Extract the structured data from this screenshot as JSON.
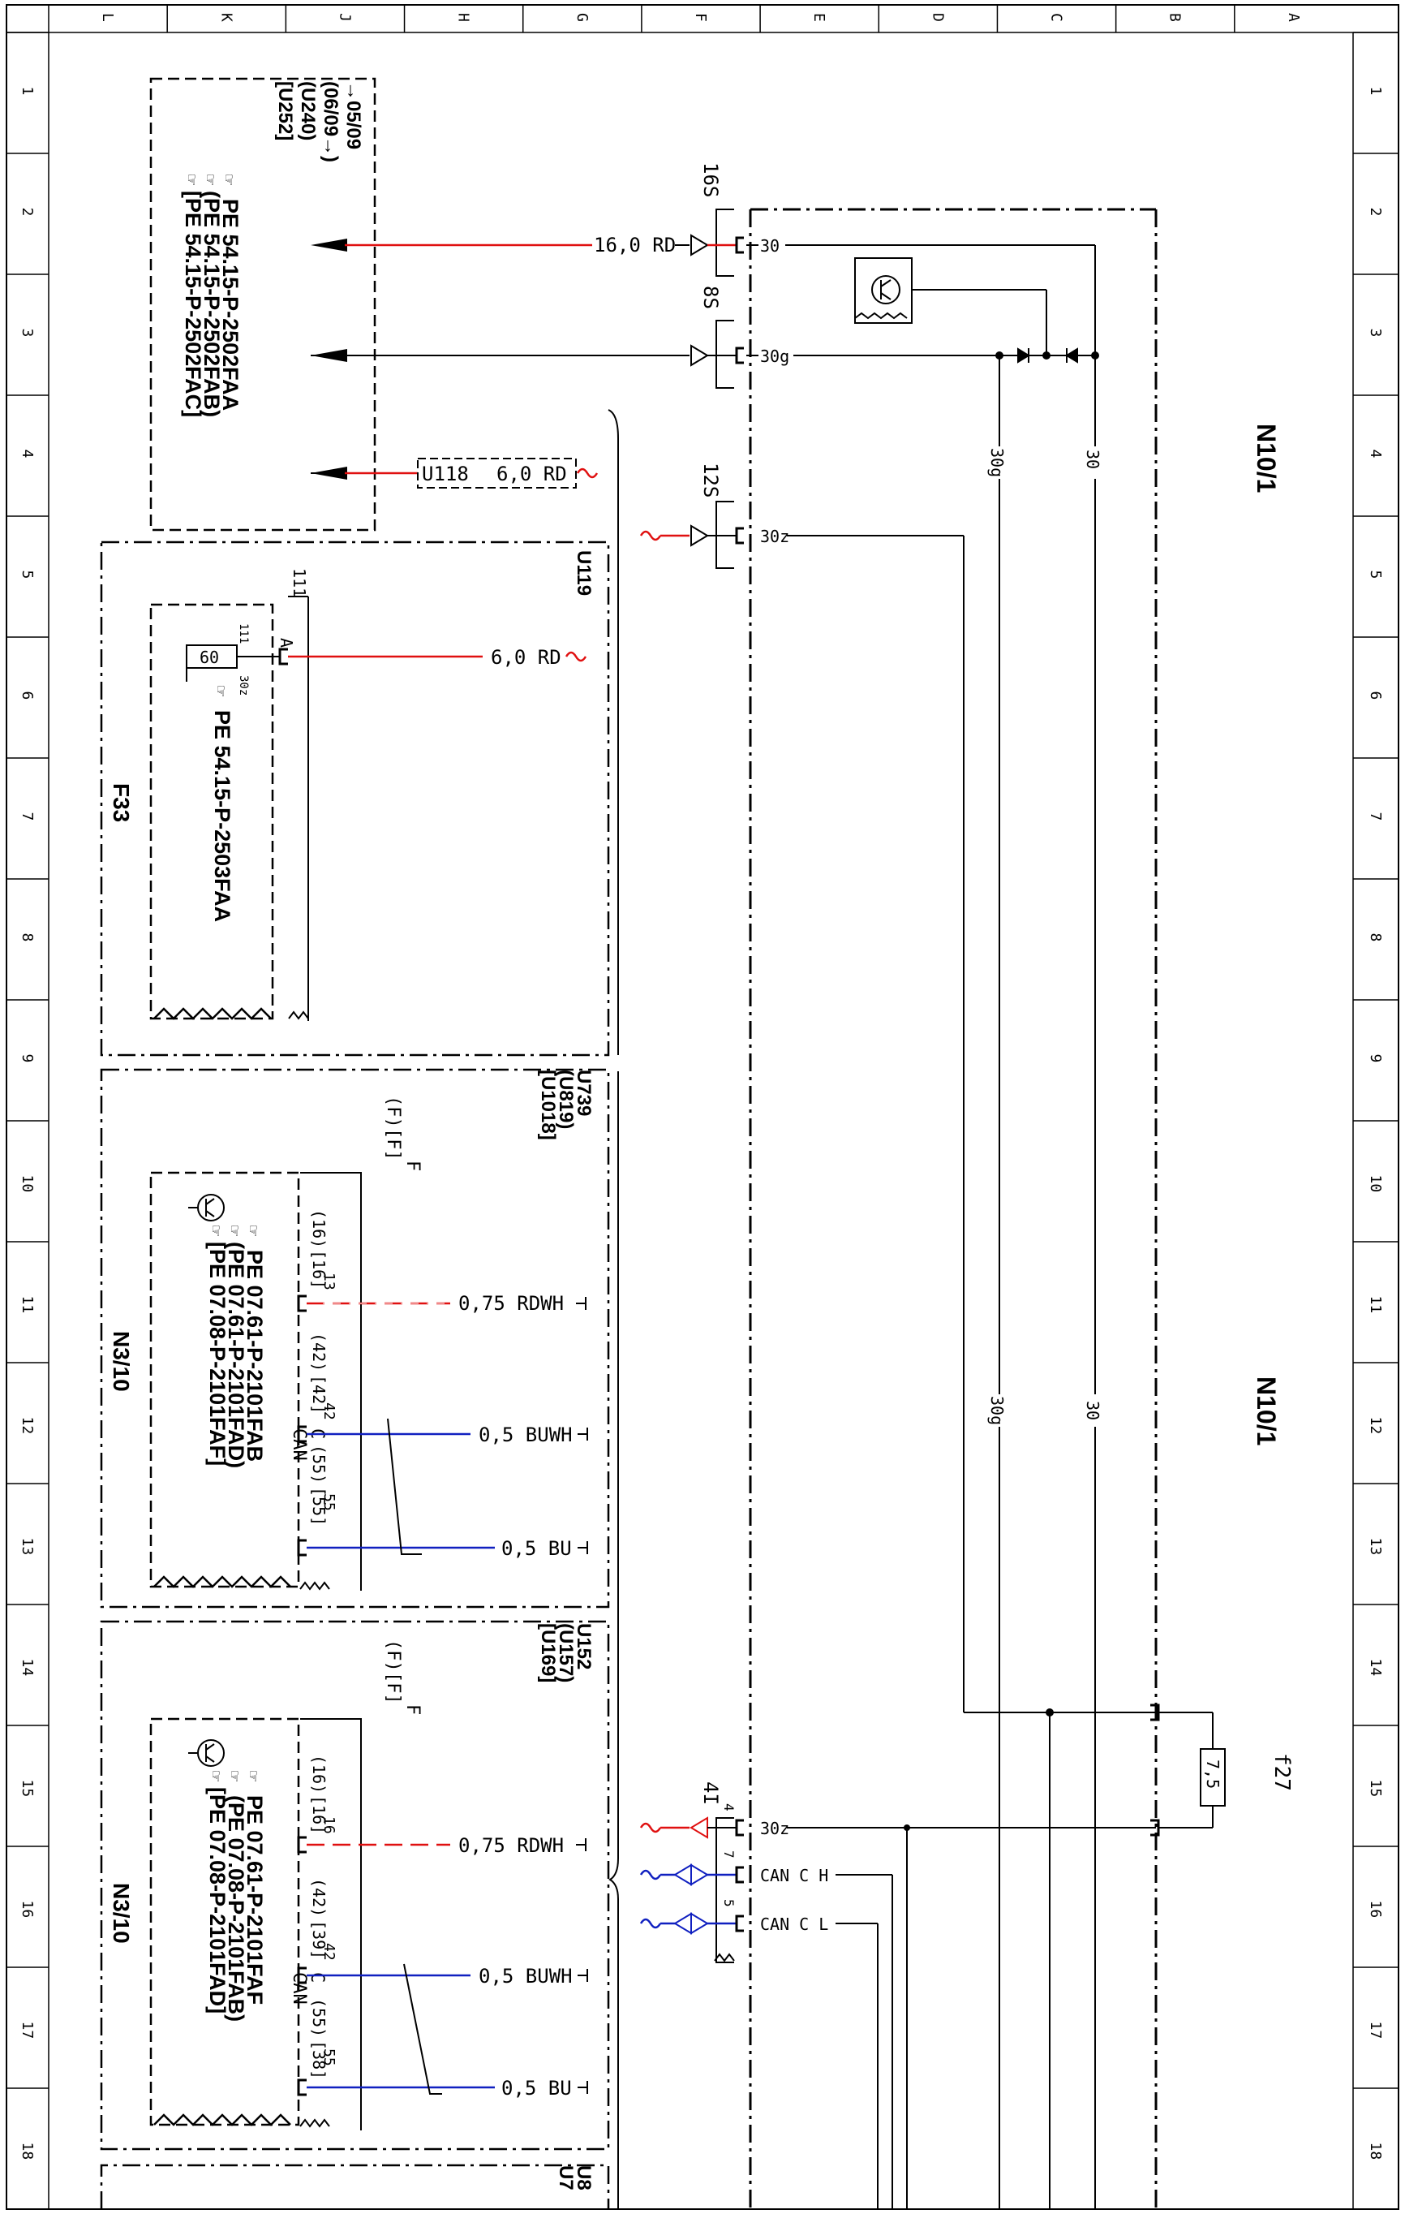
{
  "colors": {
    "red": "#e01010",
    "blue": "#1020c0",
    "black": "#000000"
  },
  "grid": {
    "columns": [
      "L",
      "K",
      "J",
      "H",
      "G",
      "F",
      "E",
      "D",
      "C",
      "B",
      "A"
    ],
    "rows": [
      "1",
      "2",
      "3",
      "4",
      "5",
      "6",
      "7",
      "8",
      "9",
      "10",
      "11",
      "12",
      "13",
      "14",
      "15",
      "16",
      "17",
      "18"
    ]
  },
  "components": {
    "n10_top": "N10/1",
    "n10_mid": "N10/1",
    "f33": "F33",
    "n3_10_a": "N3/10",
    "n3_10_b": "N3/10",
    "f27": "f27",
    "f27_value": "7,5",
    "f33_fuse_value": "60"
  },
  "notes": {
    "top": {
      "line1": "→05/09",
      "line2": "(06/09→)",
      "line3": "(U240)",
      "line4": "[U252]",
      "ref1": "PE 54.15-P-2502FAA",
      "ref2": "(PE 54.15-P-2502FAB)",
      "ref3": "[PE 54.15-P-2502FAC]"
    },
    "f33_ref": "PE 54.15-P-2503FAA",
    "n3a": {
      "ref1": "PE 07.61-P-2101FAB",
      "ref2": "(PE 07.61-P-2101FAD)",
      "ref3": "[PE 07.08-P-2101FAF]"
    },
    "n3b": {
      "ref1": "PE 07.61-P-2101FAF",
      "ref2": "(PE 07.08-P-2101FAB)",
      "ref3": "[PE 07.08-P-2101FAD]"
    }
  },
  "codes": {
    "u118": "U118",
    "u119": "U119",
    "u739": "U739",
    "u819": "(U819)",
    "u1018": "[U1018]",
    "u152": "U152",
    "u157": "(U157)",
    "u169": "[U169]",
    "u8": "U8",
    "u7": "U7"
  },
  "wires": {
    "w16rd": "16,0 RD",
    "w6rd_a": "6,0 RD",
    "w6rd_b": "6,0 RD",
    "rdwh_a": "0,75 RDWH",
    "buwh_a": "0,5 BUWH",
    "bu_a": "0,5 BU",
    "rdwh_b": "0,75 RDWH",
    "buwh_b": "0,5 BUWH",
    "bu_b": "0,5 BU"
  },
  "connectors": {
    "c16s": "16S",
    "c8s": "8S",
    "c12s": "12S",
    "c4i": "4I",
    "p30": "30",
    "p30g": "30g",
    "p30z": "30z",
    "p30z_b": "30z",
    "pcanh": "CAN C H",
    "pcanl": "CAN C L",
    "pin4": "4",
    "pin7": "7",
    "pin5": "5",
    "bus30": "30",
    "bus30g": "30g",
    "bus30_b": "30",
    "bus30g_b": "30g",
    "pin111": "111",
    "pin111_small": "111",
    "pin30z_small": "30z",
    "pinA": "A"
  },
  "n3a_pins": {
    "F": "F",
    "paren_f": "(F)",
    "bracket_f": "[F]",
    "p13": "13",
    "p16": "(16)",
    "b16": "[16]",
    "p42": "42",
    "pp42": "(42)",
    "b42": "[42]",
    "p55": "55",
    "pp55": "(55)",
    "b55": "[55]",
    "can": "CAN",
    "canc": "C"
  },
  "n3b_pins": {
    "F": "F",
    "paren_f": "(F)",
    "bracket_f": "[F]",
    "p16t": "16",
    "p16": "(16)",
    "b16": "[16]",
    "p42": "42",
    "pp42": "(42)",
    "b39": "[39]",
    "p55": "55",
    "pp55": "(55)",
    "b38": "[38]",
    "can": "CAN",
    "canc": "C"
  }
}
